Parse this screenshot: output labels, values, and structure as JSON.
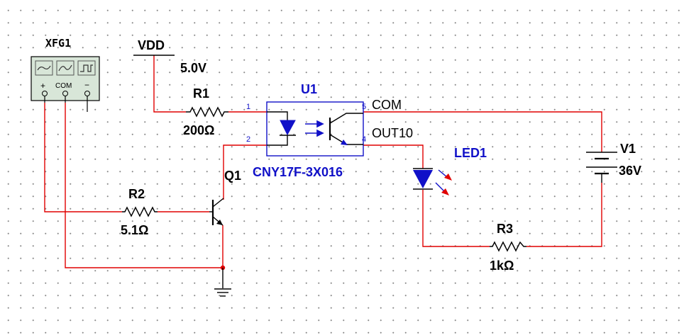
{
  "function_generator": {
    "name": "XFG1",
    "terminals": {
      "plus": "+",
      "com": "COM",
      "minus": "−"
    }
  },
  "vdd": {
    "name": "VDD",
    "value": "5.0V"
  },
  "r1": {
    "name": "R1",
    "value": "200Ω"
  },
  "r2": {
    "name": "R2",
    "value": "5.1Ω"
  },
  "r3": {
    "name": "R3",
    "value": "1kΩ"
  },
  "q1": {
    "name": "Q1"
  },
  "u1": {
    "name": "U1",
    "part": "CNY17F-3X016",
    "pins": {
      "p1": "1",
      "p2": "2",
      "p4": "4",
      "p5": "5"
    },
    "net_com": "COM",
    "net_out": "OUT10"
  },
  "led1": {
    "name": "LED1"
  },
  "v1": {
    "name": "V1",
    "value": "36V"
  },
  "colors": {
    "wire": "#e00000",
    "component": "#000000",
    "label_blue": "#1010c8",
    "led": "#1010c8",
    "led_arrows": "#e00000",
    "instrument_face": "#d8e6d8"
  }
}
